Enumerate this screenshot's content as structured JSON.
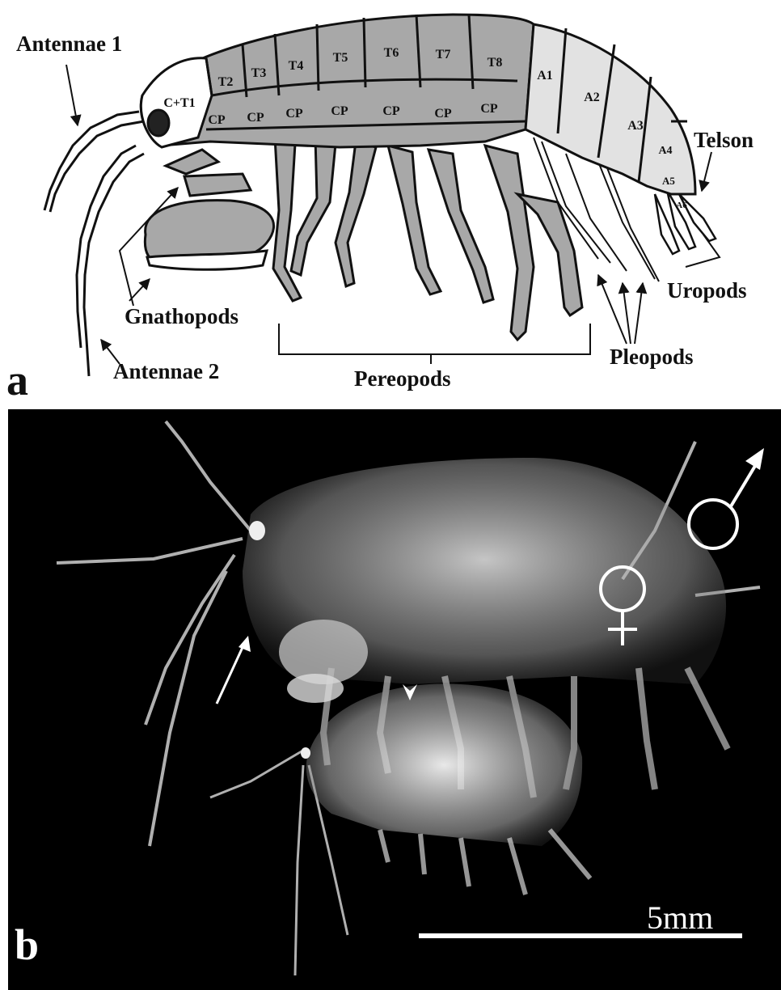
{
  "panel_a": {
    "panel_letter": "a",
    "labels": {
      "antennae1": "Antennae 1",
      "antennae2": "Antennae 2",
      "gnathopods": "Gnathopods",
      "pereopods": "Pereopods",
      "pleopods": "Pleopods",
      "uropods": "Uropods",
      "telson": "Telson"
    },
    "segments": {
      "head": "C+T1",
      "thoracic": [
        "T2",
        "T3",
        "T4",
        "T5",
        "T6",
        "T7",
        "T8"
      ],
      "coxal": [
        "CP",
        "CP",
        "CP",
        "CP",
        "CP",
        "CP",
        "CP"
      ],
      "abdominal": [
        "A1",
        "A2",
        "A3",
        "A4",
        "A5",
        "A6"
      ]
    },
    "colors": {
      "thorax_fill": "#a8a8a8",
      "abdomen_fill": "#e2e2e2",
      "outline": "#111111"
    }
  },
  "panel_b": {
    "panel_letter": "b",
    "male_symbol": "♂",
    "female_symbol": "♀",
    "scale_bar_label": "5mm",
    "colors": {
      "background": "#000000",
      "specimen": "#d9d9d9",
      "symbol": "#ffffff"
    }
  }
}
